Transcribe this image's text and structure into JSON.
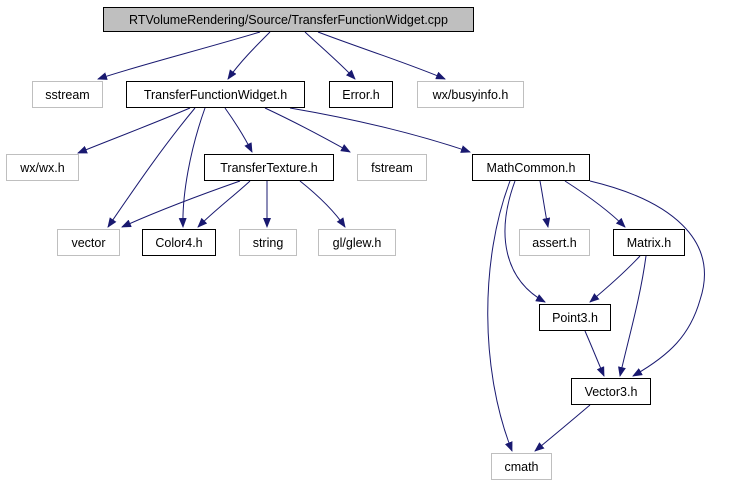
{
  "colors": {
    "edge": "#191970",
    "root_fill": "#bfbfbf",
    "documented_border": "#000000",
    "external_border": "#bfbfbf",
    "background": "#ffffff"
  },
  "nodes": {
    "root": "RTVolumeRendering/Source/TransferFunctionWidget.cpp",
    "sstream": "sstream",
    "tfw_h": "TransferFunctionWidget.h",
    "error_h": "Error.h",
    "busyinfo_h": "wx/busyinfo.h",
    "wx_h": "wx/wx.h",
    "transfer_texture_h": "TransferTexture.h",
    "fstream": "fstream",
    "mathcommon_h": "MathCommon.h",
    "vector": "vector",
    "color4_h": "Color4.h",
    "string": "string",
    "glew_h": "gl/glew.h",
    "assert_h": "assert.h",
    "matrix_h": "Matrix.h",
    "point3_h": "Point3.h",
    "vector3_h": "Vector3.h",
    "cmath": "cmath"
  },
  "edges": [
    [
      "root",
      "sstream"
    ],
    [
      "root",
      "tfw_h"
    ],
    [
      "root",
      "error_h"
    ],
    [
      "root",
      "busyinfo_h"
    ],
    [
      "tfw_h",
      "wx_h"
    ],
    [
      "tfw_h",
      "vector"
    ],
    [
      "tfw_h",
      "color4_h"
    ],
    [
      "tfw_h",
      "transfer_texture_h"
    ],
    [
      "tfw_h",
      "fstream"
    ],
    [
      "tfw_h",
      "mathcommon_h"
    ],
    [
      "transfer_texture_h",
      "vector"
    ],
    [
      "transfer_texture_h",
      "color4_h"
    ],
    [
      "transfer_texture_h",
      "string"
    ],
    [
      "transfer_texture_h",
      "glew_h"
    ],
    [
      "mathcommon_h",
      "assert_h"
    ],
    [
      "mathcommon_h",
      "matrix_h"
    ],
    [
      "mathcommon_h",
      "point3_h"
    ],
    [
      "mathcommon_h",
      "vector3_h"
    ],
    [
      "mathcommon_h",
      "cmath"
    ],
    [
      "matrix_h",
      "point3_h"
    ],
    [
      "matrix_h",
      "vector3_h"
    ],
    [
      "point3_h",
      "vector3_h"
    ],
    [
      "vector3_h",
      "cmath"
    ]
  ]
}
